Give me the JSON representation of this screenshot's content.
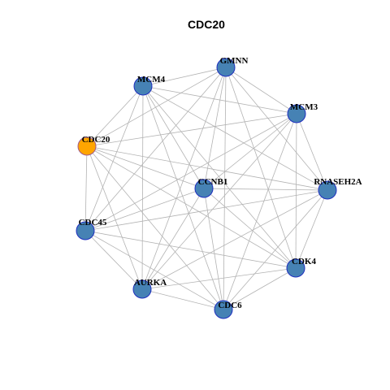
{
  "title": "CDC20",
  "colors": {
    "background": "#ffffff",
    "edge": "#b3b3b3",
    "node_fill": "#4682b4",
    "node_border": "#1f2fbf",
    "focus_fill": "#ffa500",
    "focus_border": "#a05a8a",
    "label": "#000000"
  },
  "focus_node": "CDC20",
  "nodes": [
    {
      "id": "GMNN",
      "label": "GMNN"
    },
    {
      "id": "MCM4",
      "label": "MCM4"
    },
    {
      "id": "MCM3",
      "label": "MCM3"
    },
    {
      "id": "CDC20",
      "label": "CDC20"
    },
    {
      "id": "CCNB1",
      "label": "CCNB1"
    },
    {
      "id": "RNASEH2A",
      "label": "RNASEH2A"
    },
    {
      "id": "CDC45",
      "label": "CDC45"
    },
    {
      "id": "CDK4",
      "label": "CDK4"
    },
    {
      "id": "AURKA",
      "label": "AURKA"
    },
    {
      "id": "CDC6",
      "label": "CDC6"
    }
  ],
  "edges": [
    [
      "GMNN",
      "MCM4"
    ],
    [
      "GMNN",
      "MCM3"
    ],
    [
      "GMNN",
      "CDC20"
    ],
    [
      "GMNN",
      "CCNB1"
    ],
    [
      "GMNN",
      "RNASEH2A"
    ],
    [
      "GMNN",
      "CDC45"
    ],
    [
      "GMNN",
      "CDK4"
    ],
    [
      "GMNN",
      "AURKA"
    ],
    [
      "GMNN",
      "CDC6"
    ],
    [
      "MCM4",
      "MCM3"
    ],
    [
      "MCM4",
      "CDC20"
    ],
    [
      "MCM4",
      "CCNB1"
    ],
    [
      "MCM4",
      "RNASEH2A"
    ],
    [
      "MCM4",
      "CDC45"
    ],
    [
      "MCM4",
      "CDK4"
    ],
    [
      "MCM4",
      "AURKA"
    ],
    [
      "MCM4",
      "CDC6"
    ],
    [
      "MCM3",
      "CDC20"
    ],
    [
      "MCM3",
      "CCNB1"
    ],
    [
      "MCM3",
      "RNASEH2A"
    ],
    [
      "MCM3",
      "CDC45"
    ],
    [
      "MCM3",
      "CDK4"
    ],
    [
      "MCM3",
      "AURKA"
    ],
    [
      "MCM3",
      "CDC6"
    ],
    [
      "CDC20",
      "CCNB1"
    ],
    [
      "CDC20",
      "RNASEH2A"
    ],
    [
      "CDC20",
      "CDC45"
    ],
    [
      "CDC20",
      "CDK4"
    ],
    [
      "CDC20",
      "AURKA"
    ],
    [
      "CDC20",
      "CDC6"
    ],
    [
      "CCNB1",
      "RNASEH2A"
    ],
    [
      "CCNB1",
      "CDC45"
    ],
    [
      "CCNB1",
      "CDK4"
    ],
    [
      "CCNB1",
      "AURKA"
    ],
    [
      "CCNB1",
      "CDC6"
    ],
    [
      "RNASEH2A",
      "CDC45"
    ],
    [
      "RNASEH2A",
      "CDK4"
    ],
    [
      "RNASEH2A",
      "AURKA"
    ],
    [
      "RNASEH2A",
      "CDC6"
    ],
    [
      "CDC45",
      "CDK4"
    ],
    [
      "CDC45",
      "AURKA"
    ],
    [
      "CDC45",
      "CDC6"
    ],
    [
      "CDK4",
      "AURKA"
    ],
    [
      "CDK4",
      "CDC6"
    ],
    [
      "AURKA",
      "CDC6"
    ]
  ]
}
